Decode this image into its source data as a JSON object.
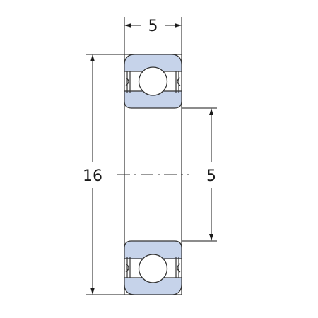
{
  "dimensions": {
    "top_width": "5",
    "outer_diameter": "16",
    "bore_diameter": "5"
  },
  "colors": {
    "ring_fill": "#c6d3ea",
    "ring_stroke": "#333333",
    "ball_fill": "#ffffff",
    "line": "#1a1a1a",
    "background": "#ffffff"
  }
}
